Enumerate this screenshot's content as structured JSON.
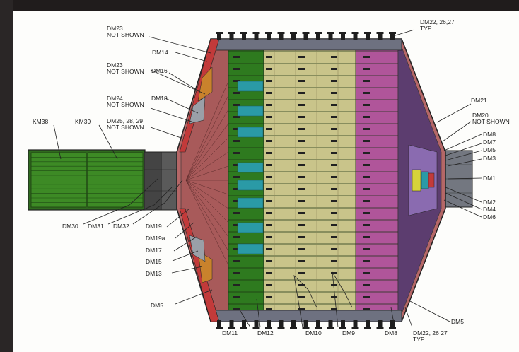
{
  "labels": {
    "km38": "KM38",
    "km39": "KM39",
    "dm23_top": [
      "DM23",
      "NOT SHOWN"
    ],
    "dm14": "DM14",
    "dm23_mid": [
      "DM23",
      "NOT SHOWN"
    ],
    "dm16": "DM16",
    "dm24": [
      "DM24",
      "NOT SHOWN"
    ],
    "dm18": "DM18",
    "dm25": [
      "DM25, 28, 29",
      "NOT SHOWN"
    ],
    "dm30": "DM30",
    "dm31": "DM31",
    "dm32": "DM32",
    "dm19": "DM19",
    "dm19a": "DM19a",
    "dm17": "DM17",
    "dm15": "DM15",
    "dm13": "DM13",
    "dm5_left": "DM5",
    "dm11": "DM11",
    "dm12": "DM12",
    "dm10": "DM10",
    "dm9": "DM9",
    "dm8_bottom": "DM8",
    "dm22_bottom": [
      "DM22, 26 27",
      "TYP"
    ],
    "dm22_top": [
      "DM22, 26,27",
      "TYP"
    ],
    "dm21": "DM21",
    "dm20": [
      "DM20",
      "NOT SHOWN"
    ],
    "dm8_right": "DM8",
    "dm7": "DM7",
    "dm5_right": "DM5",
    "dm3": "DM3",
    "dm1": "DM1",
    "dm2": "DM2",
    "dm4": "DM4",
    "dm6": "DM6",
    "dm5_bottom_right": "DM5"
  },
  "colors": {
    "outline": "#222222",
    "green": "#3d8a25",
    "olive": "#c9c48a",
    "magenta": "#b0559a",
    "cyan": "#2a9aa6",
    "hull": "#b56767",
    "steel": "#6e7180",
    "dark": "#3c3c3c",
    "orange": "#c9822c"
  }
}
